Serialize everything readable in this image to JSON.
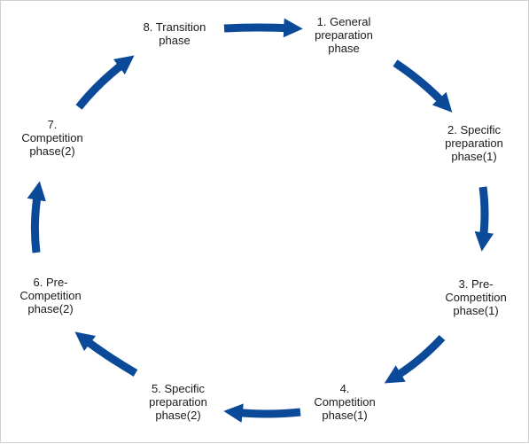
{
  "diagram": {
    "arrow_color": "#0b4a99",
    "phases": [
      {
        "id": 1,
        "label": "1. General\npreparation\nphase"
      },
      {
        "id": 2,
        "label": "2. Specific\npreparation\nphase(1)"
      },
      {
        "id": 3,
        "label": "3. Pre-\nCompetition\nphase(1)"
      },
      {
        "id": 4,
        "label": "4.\nCompetition\nphase(1)"
      },
      {
        "id": 5,
        "label": "5. Specific\npreparation\nphase(2)"
      },
      {
        "id": 6,
        "label": "6. Pre-\nCompetition\nphase(2)"
      },
      {
        "id": 7,
        "label": "7.\nCompetition\nphase(2)"
      },
      {
        "id": 8,
        "label": "8. Transition\nphase"
      }
    ]
  }
}
